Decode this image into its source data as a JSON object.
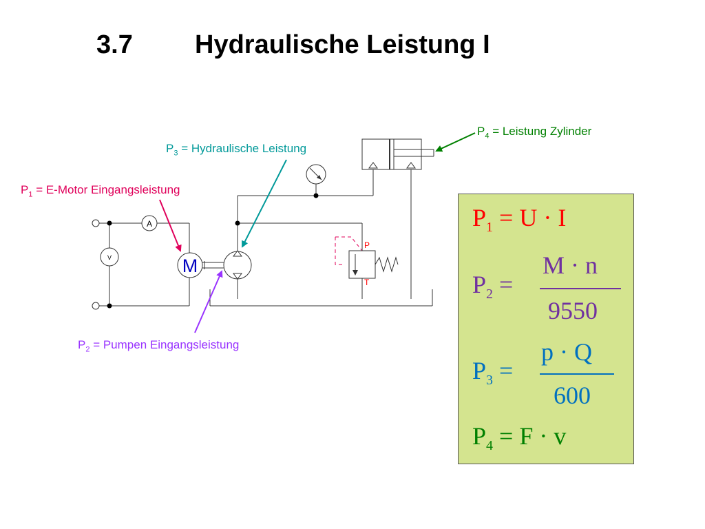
{
  "title": {
    "number": "3.7",
    "text": "Hydraulische Leistung I"
  },
  "labels": {
    "p1": {
      "sym": "P",
      "sub": "1",
      "text": " = E-Motor  Eingangsleistung",
      "color": "#e0005a"
    },
    "p2": {
      "sym": "P",
      "sub": "2",
      "text": " = Pumpen Eingangsleistung",
      "color": "#9933ff"
    },
    "p3": {
      "sym": "P",
      "sub": "3",
      "text": " = Hydraulische Leistung",
      "color": "#009999"
    },
    "p4": {
      "sym": "P",
      "sub": "4",
      "text": " = Leistung Zylinder",
      "color": "#008000"
    }
  },
  "symbols": {
    "ammeter": "A",
    "voltmeter": "V",
    "motor": "M",
    "port_p": "P",
    "port_t": "T"
  },
  "formulas": {
    "f1": {
      "sym": "P",
      "sub": "1",
      "rhs": "= U  ·  I",
      "color": "#ff0000"
    },
    "f2": {
      "sym": "P",
      "sub": "2",
      "eq": "=",
      "num": "M  ·  n",
      "den": "9550",
      "color": "#7030a0"
    },
    "f3": {
      "sym": "P",
      "sub": "3",
      "eq": "=",
      "num": "p  ·  Q",
      "den": "600",
      "color": "#0070c0"
    },
    "f4": {
      "sym": "P",
      "sub": "4",
      "rhs": "= F  ·  v",
      "color": "#008000"
    }
  }
}
